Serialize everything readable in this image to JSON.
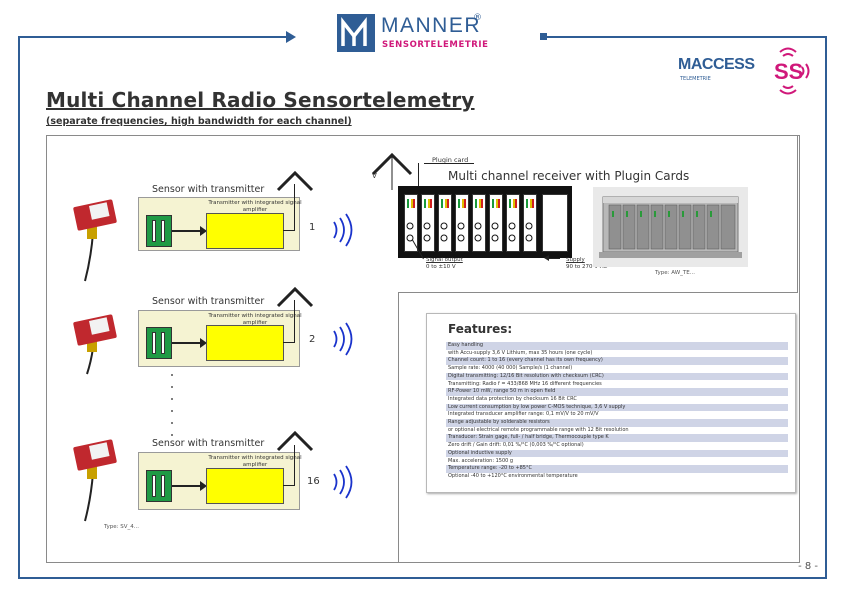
{
  "header": {
    "brand_name": "MANNER",
    "brand_registered": "®",
    "brand_sub": "SENSORTELEMETRIE",
    "maccess_logo": "MACCESS",
    "maccess_sub": "TELEMETRIE"
  },
  "colors": {
    "frame": "#2f5d95",
    "brand_blue": "#2f5d95",
    "brand_pink": "#d0187a",
    "green": "#1f9a45",
    "yellow": "#ffff00",
    "feature_shade": "#cfd4e6",
    "waves": "#1a33cc"
  },
  "title": "Multi Channel Radio Sensortelemetry",
  "subtitle": "(separate frequencies, high bandwidth for each channel)",
  "sensors": [
    {
      "title": "Sensor with transmitter",
      "tx_label": "Transmitter with integrated signal amplifier",
      "channel": "1"
    },
    {
      "title": "Sensor with transmitter",
      "tx_label": "Transmitter with integrated signal amplifier",
      "channel": "2"
    },
    {
      "title": "Sensor with transmitter",
      "tx_label": "Transmitter with integrated signal amplifier",
      "channel": "16"
    }
  ],
  "type_sensor": "Type: SV_4...",
  "receiver": {
    "title": "Multi channel receiver with Plugin Cards",
    "plugin_card": "Plugin card",
    "v_label": "V",
    "signal_output_1": "Signal output",
    "signal_output_2": "0 to ±10 V",
    "supply_1": "Supply",
    "supply_2": "90 to 270 V AC",
    "type": "Type: AW_TE..."
  },
  "features": {
    "title": "Features:",
    "rows": [
      "Easy handling",
      "with Accu-supply 3,6 V Lithium, max 35 hours (one cycle)",
      "Channel count: 1 to 16 (every channel has its own frequency)",
      "Sample rate: 4000 (40 000) Sample/s (1 channel)",
      "Digital transmitting: 12/16 Bit resolution with checksum (CRC)",
      "Transmitting: Radio f = 433/868 MHz 16 different frequencies",
      "RF-Power 10 mW, range 50 m in open field",
      "Integrated data protection by checksum 16 Bit CRC",
      "Low current consumption by low power C-MOS technique, 3,6 V supply",
      "Integrated transducer amplifier range: 0,1 mV/V to 20 mV/V",
      "Range adjustable by solderable resistors",
      "or optional electrical remote programmable range with 12 Bit resolution",
      "Transducer: Strain gage, full- / half bridge, Thermocouple type K",
      "Zero drift / Gain drift: 0,01 %/°C (0,003 %/°C optional)",
      "Optional inductive supply",
      "Max. acceleration: 1500 g",
      "Temperature range: -20 to +85°C",
      "Optional -40 to +120°C environmental temperature"
    ]
  },
  "page_number": "- 8 -"
}
